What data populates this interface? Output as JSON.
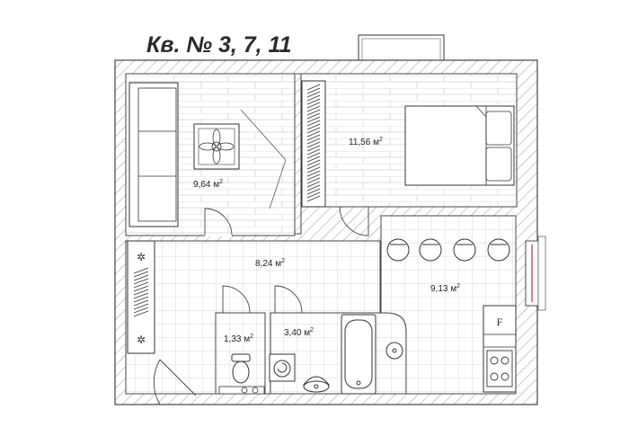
{
  "title": "Кв. № 3, 7, 11",
  "rooms": [
    {
      "id": "room-living",
      "area": "9,64",
      "unit": "м",
      "exp": "2"
    },
    {
      "id": "room-bedroom",
      "area": "11,56",
      "unit": "м",
      "exp": "2"
    },
    {
      "id": "room-hall",
      "area": "8,24",
      "unit": "м",
      "exp": "2"
    },
    {
      "id": "room-kitchen",
      "area": "9,13",
      "unit": "м",
      "exp": "2"
    },
    {
      "id": "room-wc",
      "area": "1,33",
      "unit": "м",
      "exp": "2"
    },
    {
      "id": "room-bath",
      "area": "3,40",
      "unit": "м",
      "exp": "2"
    }
  ],
  "fridge_label": "F",
  "colors": {
    "wall": "#444444",
    "glass": "#e0457b",
    "floor": "#cfcfcf"
  }
}
